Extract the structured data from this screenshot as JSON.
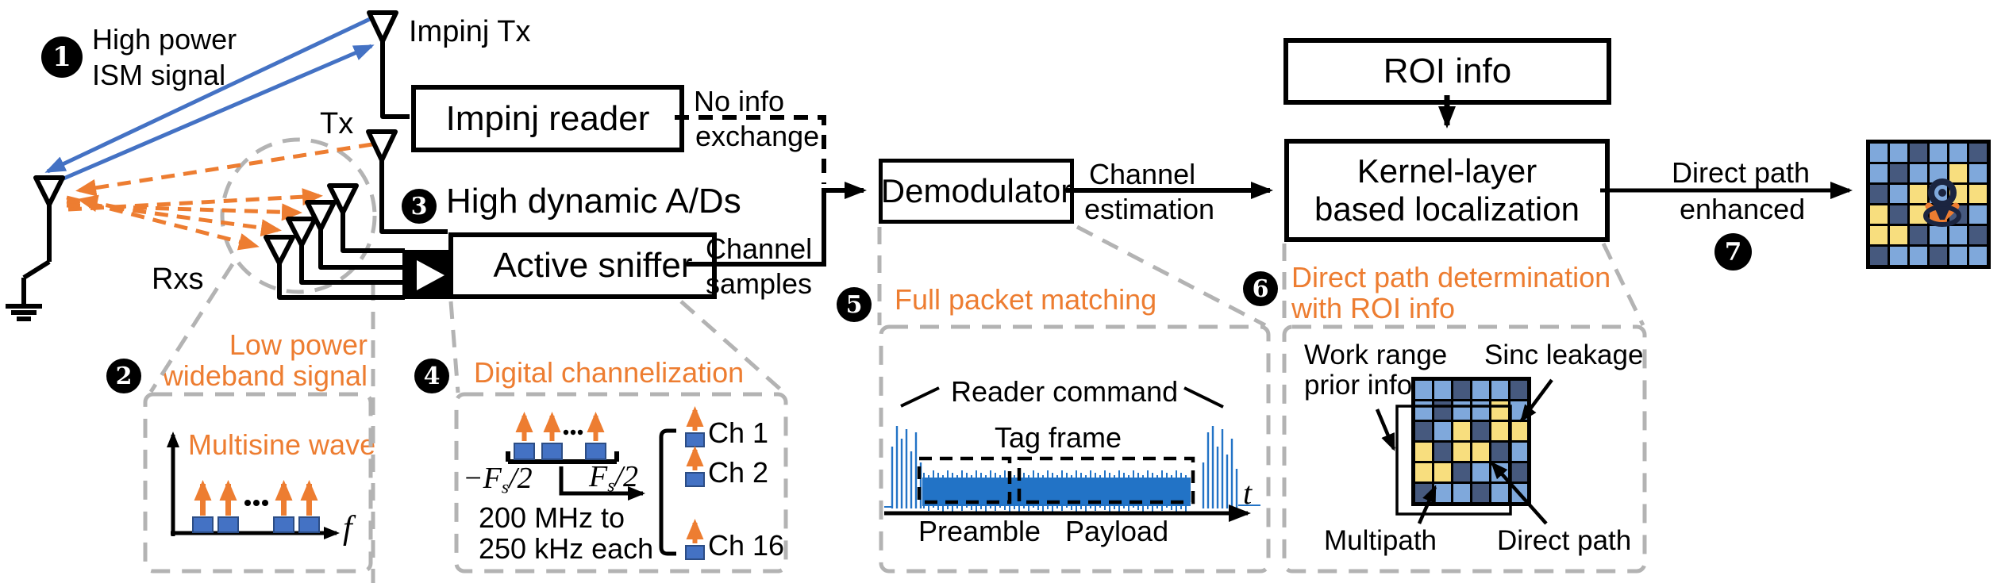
{
  "figure": {
    "kind": "rfid-localization-system-architecture"
  },
  "steps": [
    "1",
    "2",
    "3",
    "4",
    "5",
    "6",
    "7"
  ],
  "colors": {
    "accent_orange": "#ED7D31",
    "arrow_blue": "#4472C4",
    "signal_blue": "#2273C6",
    "callout_gray": "#B3B3B3",
    "pin_navy": "#1B2540",
    "cells": {
      "L": "#7FA8DB",
      "D": "#46597E",
      "Y": "#F8DE7E",
      "O": "#ED7D31"
    }
  },
  "antennas": {
    "impinj_tx_label": "Impinj Tx",
    "tx_label": "Tx",
    "rxs_label": "Rxs"
  },
  "step1": {
    "line1": "High power",
    "line2": "ISM signal"
  },
  "step3_label": "High dynamic A/Ds",
  "boxes": {
    "impinj_reader": "Impinj reader",
    "active_sniffer": "Active sniffer",
    "demodulator": "Demodulator",
    "roi_info": "ROI info",
    "kernel_line1": "Kernel-layer",
    "kernel_line2": "based localization"
  },
  "links": {
    "no_info_line1": "No info",
    "no_info_line2": "exchange",
    "channel_samples_line1": "Channel",
    "channel_samples_line2": "samples",
    "channel_estimation_line1": "Channel",
    "channel_estimation_line2": "estimation",
    "direct_path_line1": "Direct path",
    "direct_path_line2": "enhanced"
  },
  "panels": {
    "p2": {
      "title_line1": "Low power",
      "title_line2": "wideband signal",
      "plot_label": "Multisine wave",
      "x_axis_label": "f"
    },
    "p4": {
      "title": "Digital channelization",
      "freq_min": {
        "base": "−F",
        "sub": "s",
        "rest": "/2"
      },
      "freq_max": {
        "base": "F",
        "sub": "s",
        "rest": "/2"
      },
      "channels": [
        "Ch 1",
        "Ch 2",
        "Ch 16"
      ],
      "bandwidth_line1": "200 MHz to",
      "bandwidth_line2": "250 kHz each"
    },
    "p5": {
      "title": "Full packet matching",
      "reader_command": "Reader command",
      "tag_frame": "Tag frame",
      "preamble": "Preamble",
      "payload": "Payload",
      "x_axis_label": "t"
    },
    "p6": {
      "title_line1": "Direct path determination",
      "title_line2": "with ROI info",
      "work_range_line1": "Work range",
      "work_range_line2": "prior info",
      "sinc_leakage": "Sinc leakage",
      "multipath": "Multipath",
      "direct_path": "Direct path"
    }
  },
  "heatmaps": {
    "legend": {
      "L": "light-blue",
      "D": "dark-blue",
      "Y": "yellow-peak",
      "O": "orange-enhanced-direct-path"
    },
    "roi_grid": {
      "rows": [
        [
          "L",
          "L",
          "D",
          "L",
          "L",
          "D"
        ],
        [
          "L",
          "D",
          "L",
          "L",
          "Y",
          "L"
        ],
        [
          "D",
          "L",
          "Y",
          "D",
          "Y",
          "Y"
        ],
        [
          "Y",
          "D",
          "Y",
          "Y",
          "D",
          "L"
        ],
        [
          "Y",
          "Y",
          "D",
          "L",
          "L",
          "D"
        ],
        [
          "D",
          "L",
          "L",
          "D",
          "L",
          "L"
        ]
      ]
    },
    "result_grid": {
      "rows": [
        [
          "L",
          "L",
          "D",
          "L",
          "L",
          "D"
        ],
        [
          "L",
          "D",
          "L",
          "L",
          "Y",
          "L"
        ],
        [
          "D",
          "L",
          "Y",
          "L",
          "Y",
          "Y"
        ],
        [
          "Y",
          "D",
          "Y",
          "O",
          "D",
          "L"
        ],
        [
          "Y",
          "Y",
          "D",
          "L",
          "L",
          "D"
        ],
        [
          "D",
          "L",
          "L",
          "D",
          "L",
          "L"
        ]
      ]
    }
  }
}
